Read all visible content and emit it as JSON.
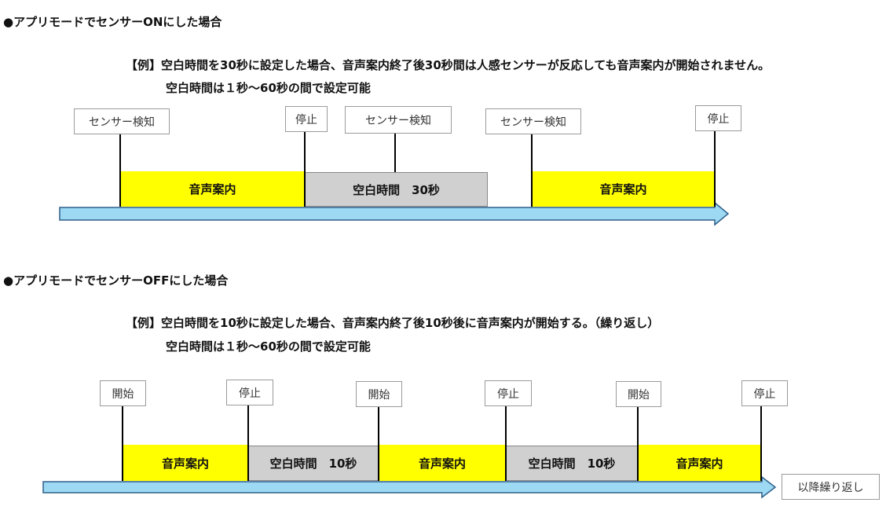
{
  "sec1": {
    "heading": "●アプリモードでセンサーONにした場合",
    "note1": "【例】空白時間を30秒に設定した場合、音声案内終了後30秒間は人感センサーが反応しても音声案内が開始されません。",
    "note2": "空白時間は１秒～60秒の間で設定可能",
    "labels": [
      "センサー検知",
      "停止",
      "センサー検知",
      "センサー検知",
      "停止"
    ],
    "blocks": [
      "音声案内",
      "空白時間　30秒",
      "音声案内"
    ]
  },
  "sec2": {
    "heading": "●アプリモードでセンサーOFFにした場合",
    "note1": "【例】空白時間を10秒に設定した場合、音声案内終了後10秒後に音声案内が開始する。（繰り返し）",
    "note2": "空白時間は１秒～60秒の間で設定可能",
    "labels": [
      "開始",
      "停止",
      "開始",
      "停止",
      "開始",
      "停止"
    ],
    "blocks": [
      "音声案内",
      "空白時間　10秒",
      "音声案内",
      "空白時間　10秒",
      "音声案内"
    ],
    "repeat_label": "以降繰り返し"
  },
  "colors": {
    "speech": "#ffff00",
    "blank": "#d0d0d0",
    "timeline": "#9dd9f3"
  }
}
